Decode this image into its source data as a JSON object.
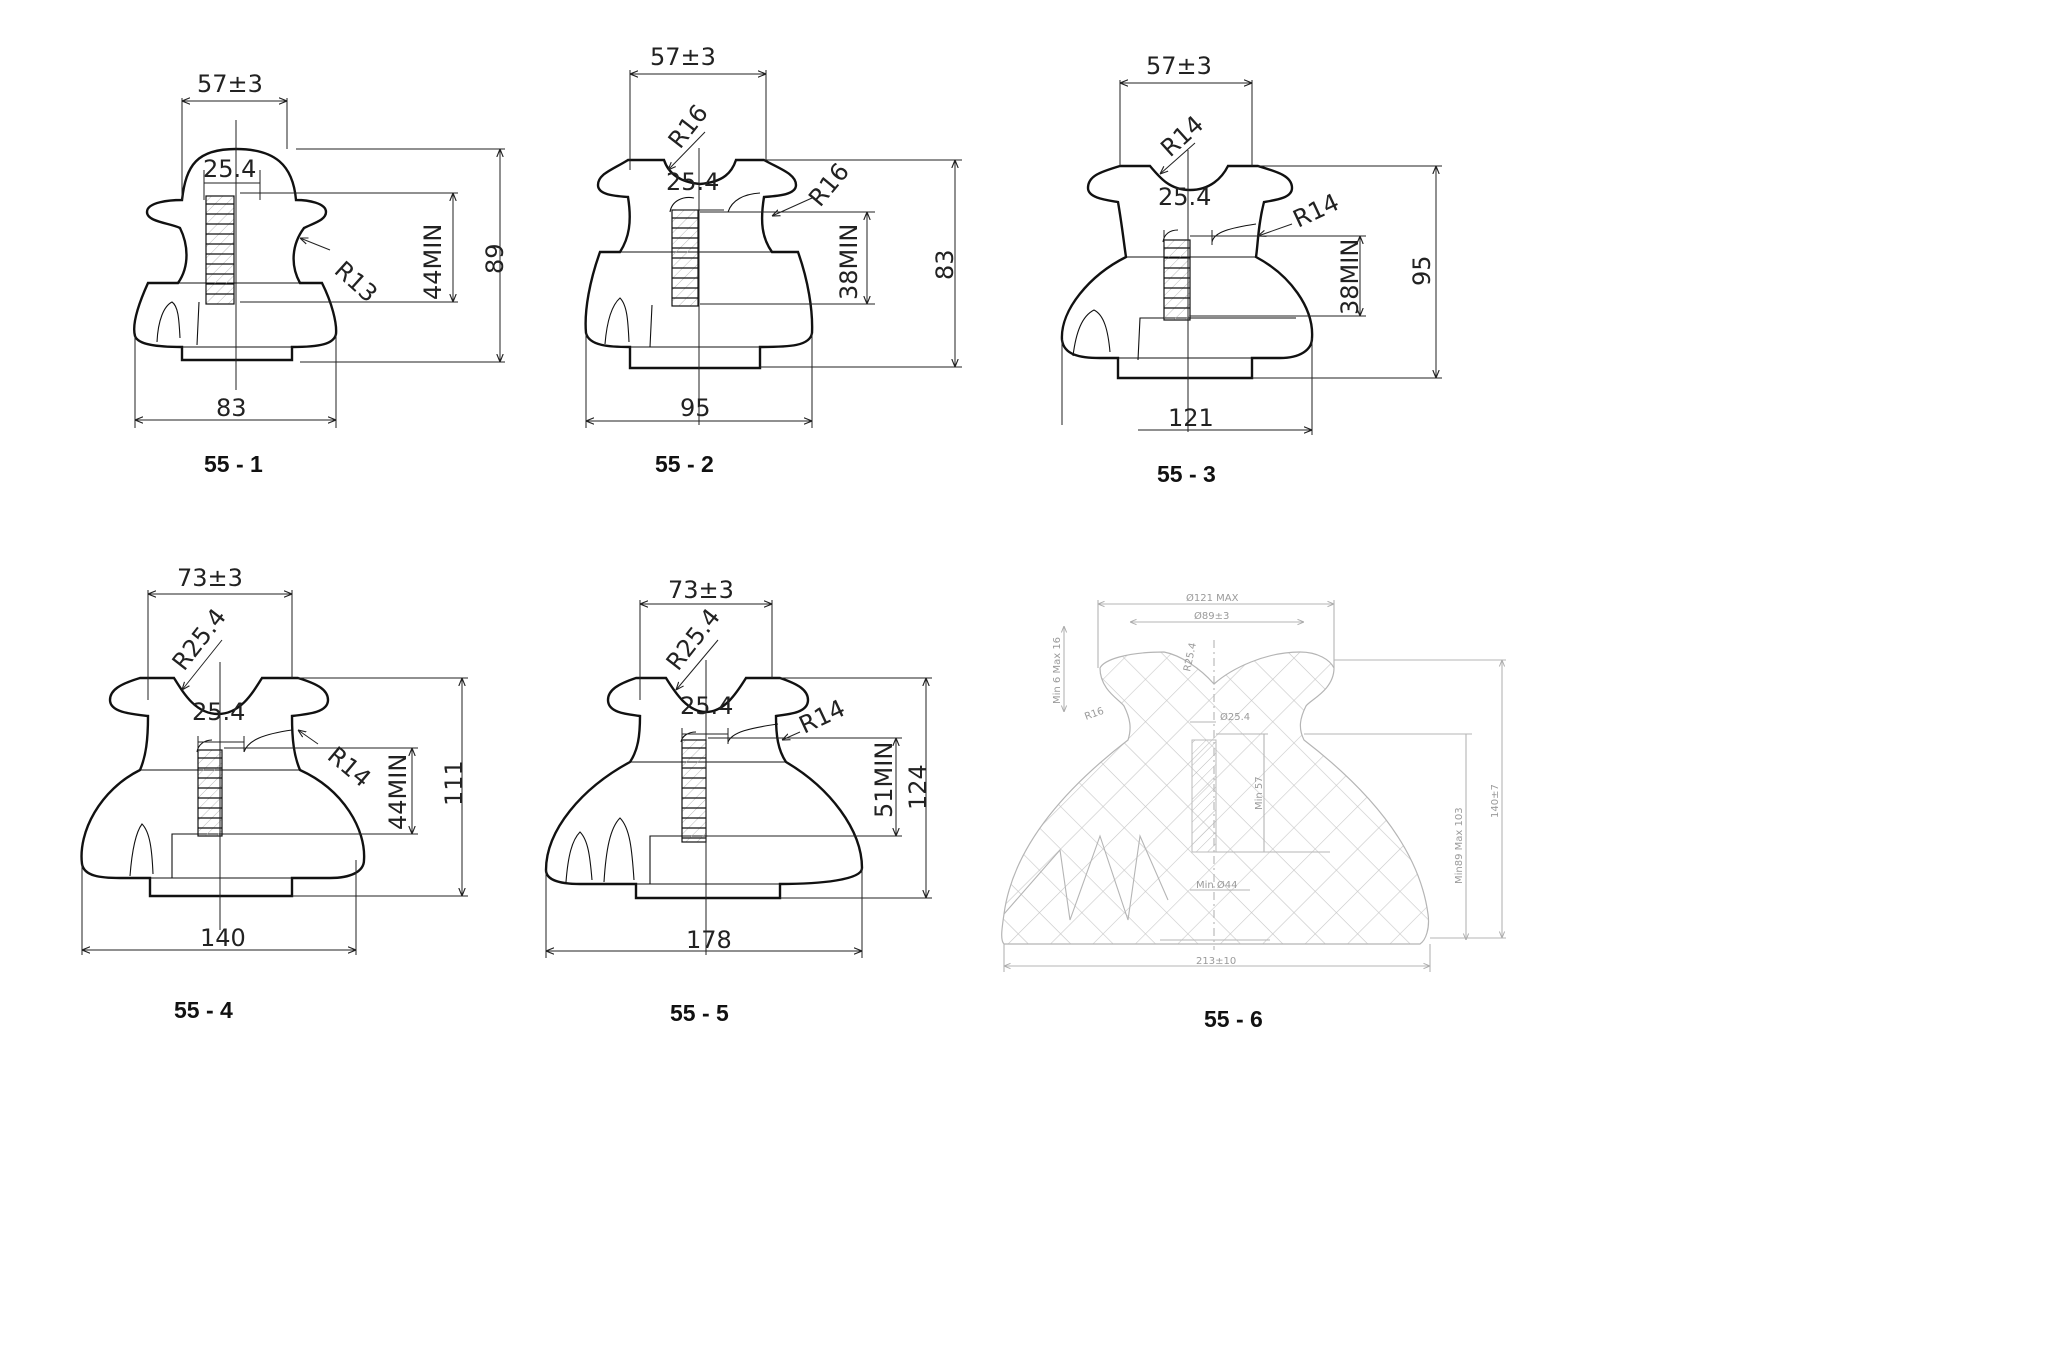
{
  "drawings": [
    {
      "label": "55 - 1",
      "dims": [
        "57±3",
        "25.4",
        "44MIN",
        "89",
        "R13",
        "83"
      ]
    },
    {
      "label": "55 - 2",
      "dims": [
        "57±3",
        "R16",
        "25.4",
        "R16",
        "38MIN",
        "83",
        "95"
      ]
    },
    {
      "label": "55 - 3",
      "dims": [
        "57±3",
        "R14",
        "25.4",
        "R14",
        "38MIN",
        "95",
        "121"
      ]
    },
    {
      "label": "55 - 4",
      "dims": [
        "73±3",
        "R25.4",
        "25.4",
        "R14",
        "44MIN",
        "111",
        "140"
      ]
    },
    {
      "label": "55 - 5",
      "dims": [
        "73±3",
        "R25.4",
        "25.4",
        "R14",
        "51MIN",
        "124",
        "178"
      ]
    },
    {
      "label": "55 - 6",
      "dims": [
        "Ø121 MAX",
        "Ø89±3",
        "R25.4",
        "Ø25.4",
        "Min 6 Max 16",
        "R16",
        "Min 57",
        "Min89 Max 103",
        "140±7",
        "Min Ø44",
        "213±10"
      ]
    }
  ],
  "colors": {
    "line": "#111111",
    "faint": "#b5b5b5"
  }
}
